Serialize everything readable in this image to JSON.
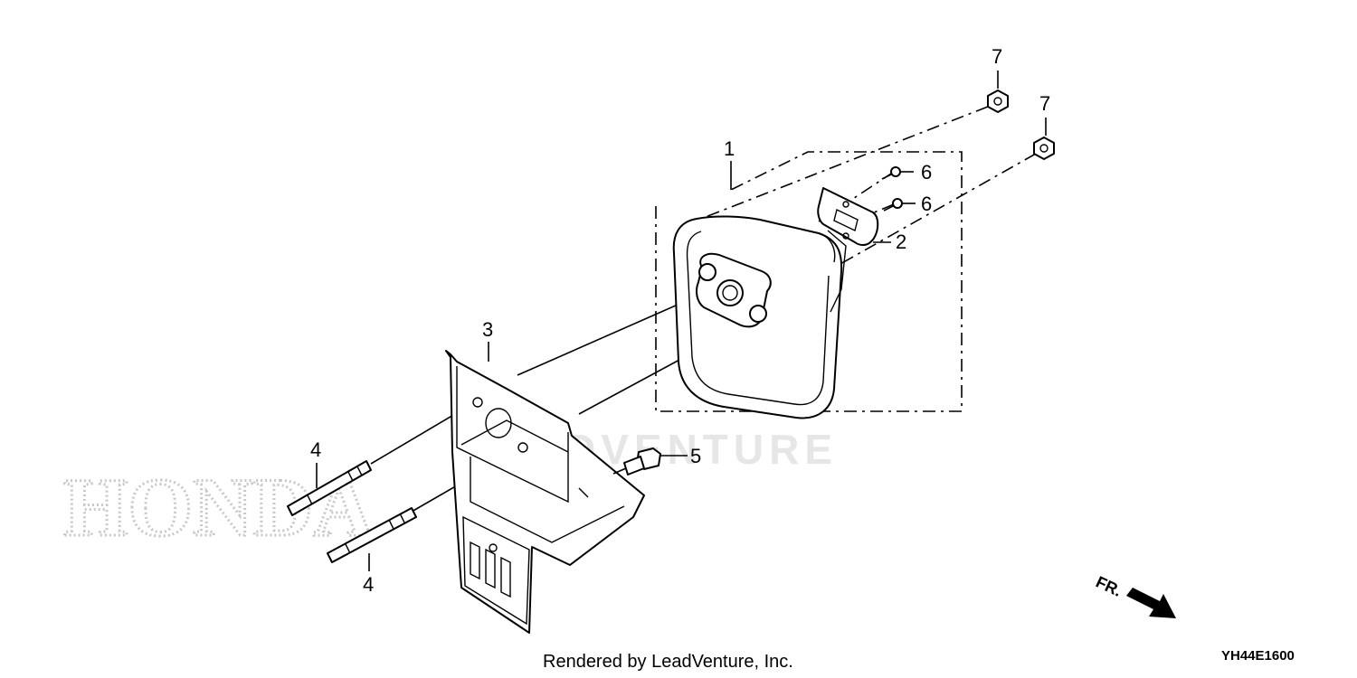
{
  "watermarks": {
    "brand": "HONDA",
    "vendor": "LEADVENTURE"
  },
  "callouts": [
    {
      "id": "c7a",
      "label": "7"
    },
    {
      "id": "c7b",
      "label": "7"
    },
    {
      "id": "c1",
      "label": "1"
    },
    {
      "id": "c6a",
      "label": "6"
    },
    {
      "id": "c6b",
      "label": "6"
    },
    {
      "id": "c2",
      "label": "2"
    },
    {
      "id": "c3",
      "label": "3"
    },
    {
      "id": "c5",
      "label": "5"
    },
    {
      "id": "c4a",
      "label": "4"
    },
    {
      "id": "c4b",
      "label": "4"
    }
  ],
  "direction": {
    "label": "FR."
  },
  "footer": {
    "rendered_by": "Rendered by LeadVenture, Inc.",
    "diagram_code": "YH44E1600"
  }
}
